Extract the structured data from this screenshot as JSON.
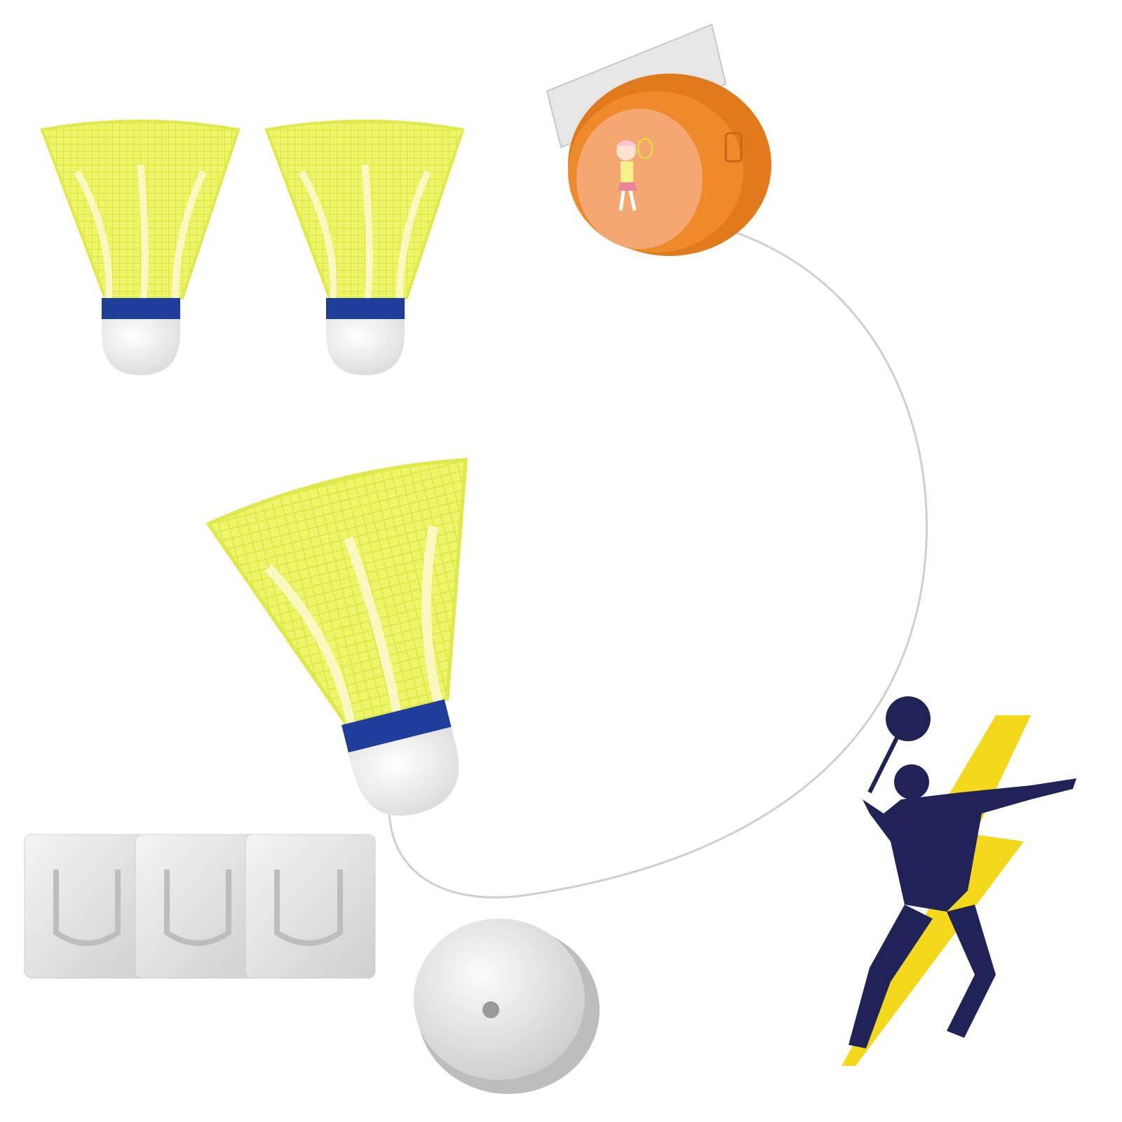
{
  "product": {
    "items": [
      "shuttlecock",
      "shuttlecock",
      "shuttlecock",
      "retractable-trainer-base",
      "adhesive-hooks",
      "weight-disk",
      "badminton-player-graphic"
    ],
    "colors": {
      "shuttle_skirt": "#e8f25a",
      "shuttle_band": "#1f3e9c",
      "cork": "#f4f4f4",
      "trainer_body": "#ee8a2a",
      "trainer_face": "#f4a771",
      "player": "#1f2357",
      "bolt": "#f3d81c",
      "hook": "#e3e3e3"
    }
  }
}
